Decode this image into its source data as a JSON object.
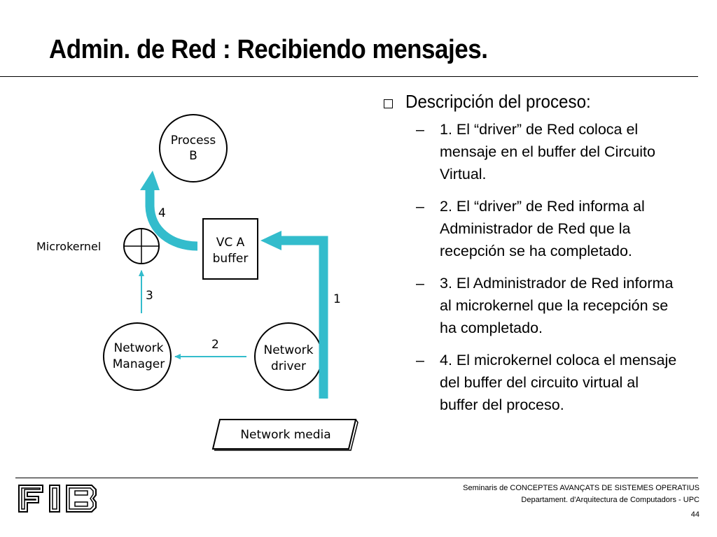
{
  "slide": {
    "title": "Admin. de Red : Recibiendo mensajes.",
    "page_number": "44"
  },
  "diagram": {
    "process_b": {
      "line1": "Process",
      "line2": "B"
    },
    "microkernel": "Microkernel",
    "vc_buffer": {
      "line1": "VC A",
      "line2": "buffer"
    },
    "network_manager": {
      "line1": "Network",
      "line2": "Manager"
    },
    "network_driver": {
      "line1": "Network",
      "line2": "driver"
    },
    "network_media": "Network media",
    "step_labels": [
      "1",
      "2",
      "3",
      "4"
    ],
    "colors": {
      "arrow": "#33bccc",
      "outline": "#000000"
    }
  },
  "content": {
    "heading": "Descripción del proceso:",
    "steps": [
      "1. El “driver” de Red coloca el mensaje en el buffer del Circuito Virtual.",
      "2. El “driver” de Red informa al Administrador de Red que la recepción se ha completado.",
      "3. El Administrador de Red informa al microkernel que la recepción se ha completado.",
      "4. El microkernel coloca el mensaje del buffer del circuito virtual al buffer del proceso."
    ],
    "dash": "–"
  },
  "footer": {
    "line1": "Seminaris de CONCEPTES AVANÇATS DE SISTEMES OPERATIUS",
    "line2": "Departament.  d'Arquitectura de Computadors - UPC",
    "logo": "FIB"
  }
}
